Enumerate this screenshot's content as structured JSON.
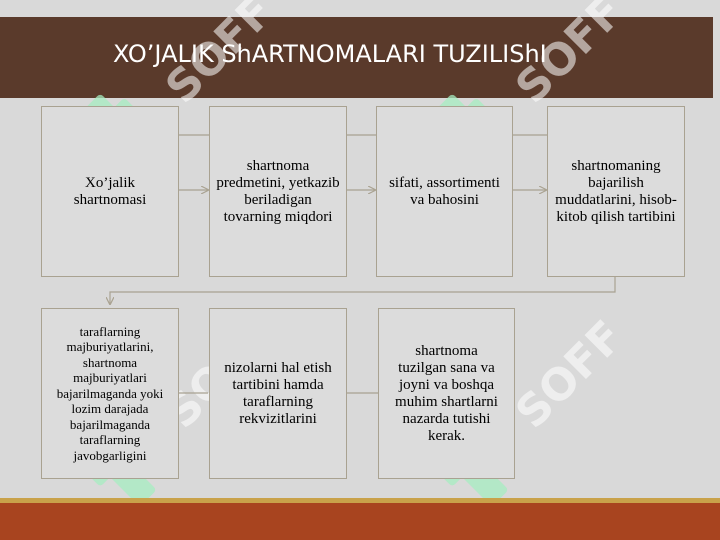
{
  "slide": {
    "title": "XO’JALIK ShARTNOMALARI TUZILIShI",
    "watermark": "SOFF"
  },
  "boxes": [
    {
      "text": "Xo’jalik shartnomasi"
    },
    {
      "text": "shartnoma predmetini, yetkazib beriladigan tovarning miqdori"
    },
    {
      "text": "sifati, assortimenti va bahosini"
    },
    {
      "text": "shartnomaning bajarilish muddatlarini, hisob-kitob qilish tartibini"
    },
    {
      "text": "taraflarning majburiyatlarini, shartnoma majburiyatlari bajarilmaganda yoki lozim darajada bajarilmaganda taraflarning javobgarligini"
    },
    {
      "text": "nizolarni hal etish tartibini hamda taraflarning rekvizitlarini"
    },
    {
      "text": "shartnoma tuzilgan sana va joyni va boshqa muhim shartlarni nazarda tutishi kerak."
    }
  ],
  "colors": {
    "title_bar": "#5a3a2b",
    "bottom_bar": "#a8441f",
    "bottom_line": "#c9a24a",
    "background": "#d9d9d9",
    "box_border": "#a9a291",
    "watermark": "#9ce8b8"
  }
}
